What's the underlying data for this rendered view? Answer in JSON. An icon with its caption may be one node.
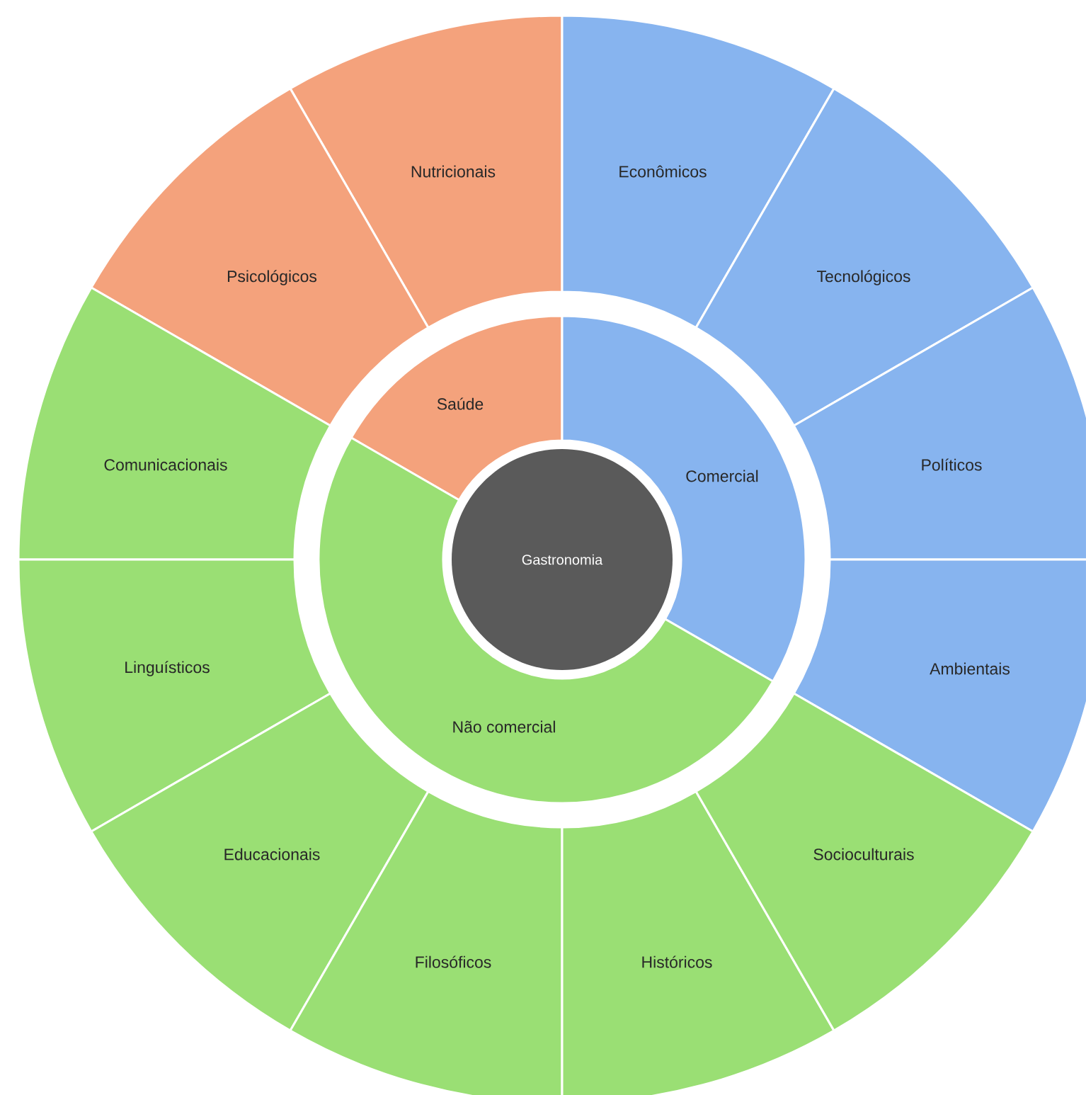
{
  "diagram": {
    "nodes": [
      {
        "text": [
          "Gastronomia"
        ]
      },
      {
        "text": [
          "Saúde"
        ]
      },
      {
        "text": [
          "Comercial"
        ]
      },
      {
        "text": [
          "Não comercial"
        ]
      },
      {
        "text": [
          "Nutricionais"
        ]
      },
      {
        "text": [
          "Psicológicos"
        ]
      },
      {
        "text": [
          "Econômicos"
        ]
      },
      {
        "text": [
          "Tecnológicos"
        ]
      },
      {
        "text": [
          "Políticos"
        ]
      },
      {
        "text": [
          "Ambientais"
        ]
      },
      {
        "text": [
          "Comunicacionais"
        ]
      },
      {
        "text": [
          "Linguísticos"
        ]
      },
      {
        "text": [
          "Educacionais"
        ]
      },
      {
        "text": [
          "Filosóficos"
        ]
      },
      {
        "text": [
          "Históricos"
        ]
      },
      {
        "text": [
          "Socioculturais"
        ]
      }
    ]
  }
}
